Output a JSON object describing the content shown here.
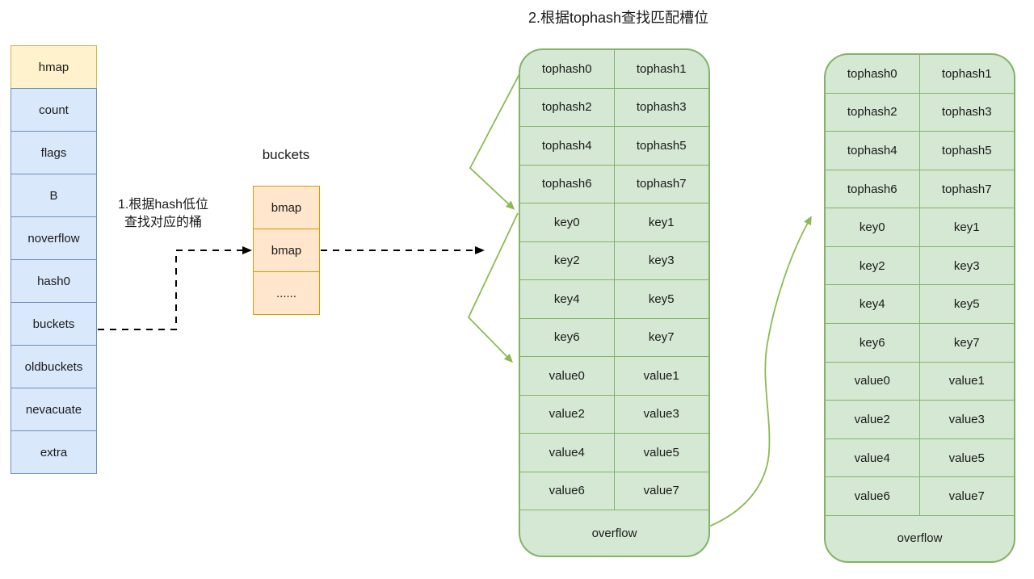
{
  "title": "2.根据tophash查找匹配槽位",
  "annotation_step1": {
    "line1": "1.根据hash低位",
    "line2": "查找对应的桶"
  },
  "hmap": {
    "header": "hmap",
    "fields": [
      "count",
      "flags",
      "B",
      "noverflow",
      "hash0",
      "buckets",
      "oldbuckets",
      "nevacuate",
      "extra"
    ]
  },
  "buckets_stack": {
    "label": "buckets",
    "cells": [
      "bmap",
      "bmap",
      "......"
    ]
  },
  "bucket1": {
    "cells": [
      "tophash0",
      "tophash1",
      "tophash2",
      "tophash3",
      "tophash4",
      "tophash5",
      "tophash6",
      "tophash7",
      "key0",
      "key1",
      "key2",
      "key3",
      "key4",
      "key5",
      "key6",
      "key7",
      "value0",
      "value1",
      "value2",
      "value3",
      "value4",
      "value5",
      "value6",
      "value7"
    ],
    "overflow": "overflow"
  },
  "bucket2": {
    "cells": [
      "tophash0",
      "tophash1",
      "tophash2",
      "tophash3",
      "tophash4",
      "tophash5",
      "tophash6",
      "tophash7",
      "key0",
      "key1",
      "key2",
      "key3",
      "key4",
      "key5",
      "key6",
      "key7",
      "value0",
      "value1",
      "value2",
      "value3",
      "value4",
      "value5",
      "value6",
      "value7"
    ],
    "overflow": "overflow"
  },
  "colors": {
    "yellow_fill": "#FFF2CC",
    "yellow_border": "#D6B656",
    "blue_fill": "#DAE8FC",
    "blue_border": "#6C8EBF",
    "orange_fill": "#FFE6CC",
    "orange_border": "#D79B00",
    "green_fill": "#D5E8D4",
    "green_border": "#82B366",
    "arrow_green": "#8CBA50",
    "arrow_black": "#000000",
    "text": "#1a1a1a"
  }
}
